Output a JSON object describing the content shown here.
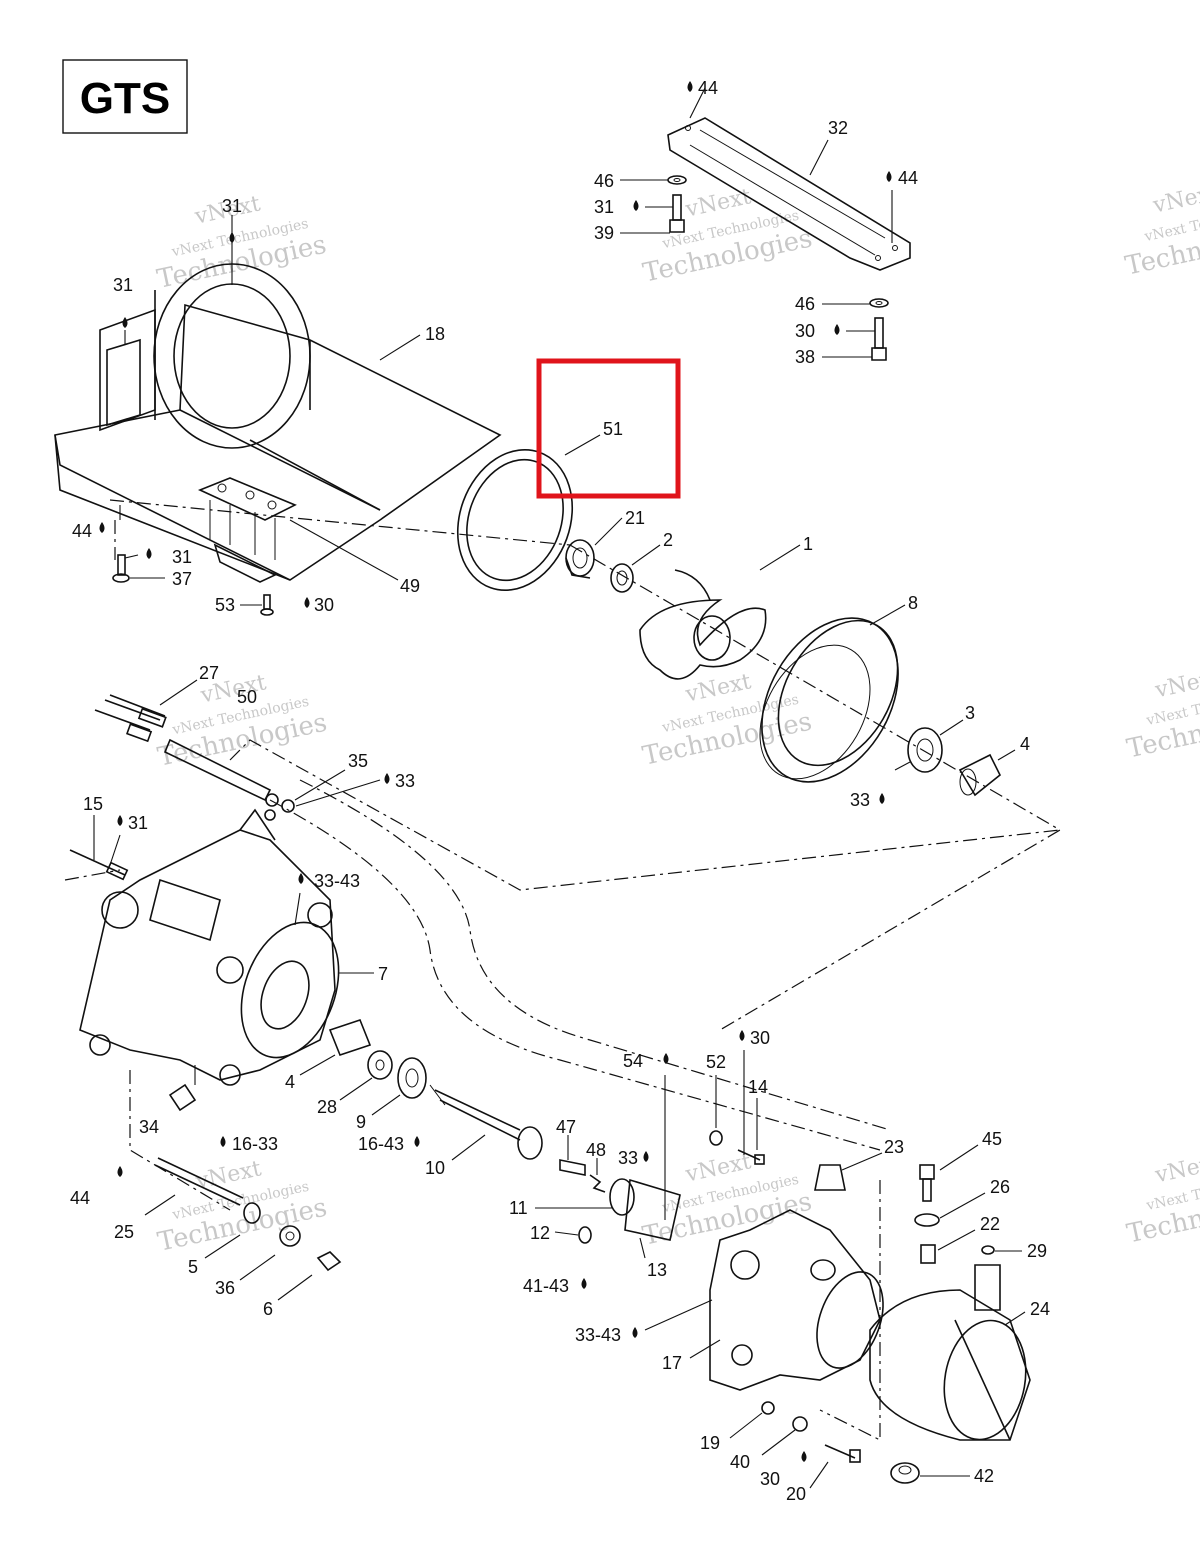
{
  "title_box": {
    "text": "GTS"
  },
  "highlight": {
    "color": "#e0141b",
    "part": "51"
  },
  "watermark": {
    "line1": "vNext",
    "line2": "vNext Technologies",
    "line3": "Technologies"
  },
  "labels": [
    "44",
    "32",
    "46",
    "31",
    "39",
    "44",
    "46",
    "30",
    "38",
    "31",
    "31",
    "18",
    "51",
    "21",
    "2",
    "1",
    "8",
    "44",
    "31",
    "37",
    "49",
    "53",
    "30",
    "27",
    "50",
    "35",
    "33",
    "3",
    "4",
    "33",
    "15",
    "31",
    "33-43",
    "7",
    "4",
    "28",
    "9",
    "16-43",
    "10",
    "34",
    "16-33",
    "44",
    "25",
    "5",
    "36",
    "6",
    "30",
    "54",
    "52",
    "14",
    "47",
    "48",
    "33",
    "11",
    "12",
    "41-43",
    "13",
    "23",
    "45",
    "26",
    "22",
    "29",
    "24",
    "33-43",
    "17",
    "19",
    "40",
    "30",
    "20",
    "42"
  ]
}
